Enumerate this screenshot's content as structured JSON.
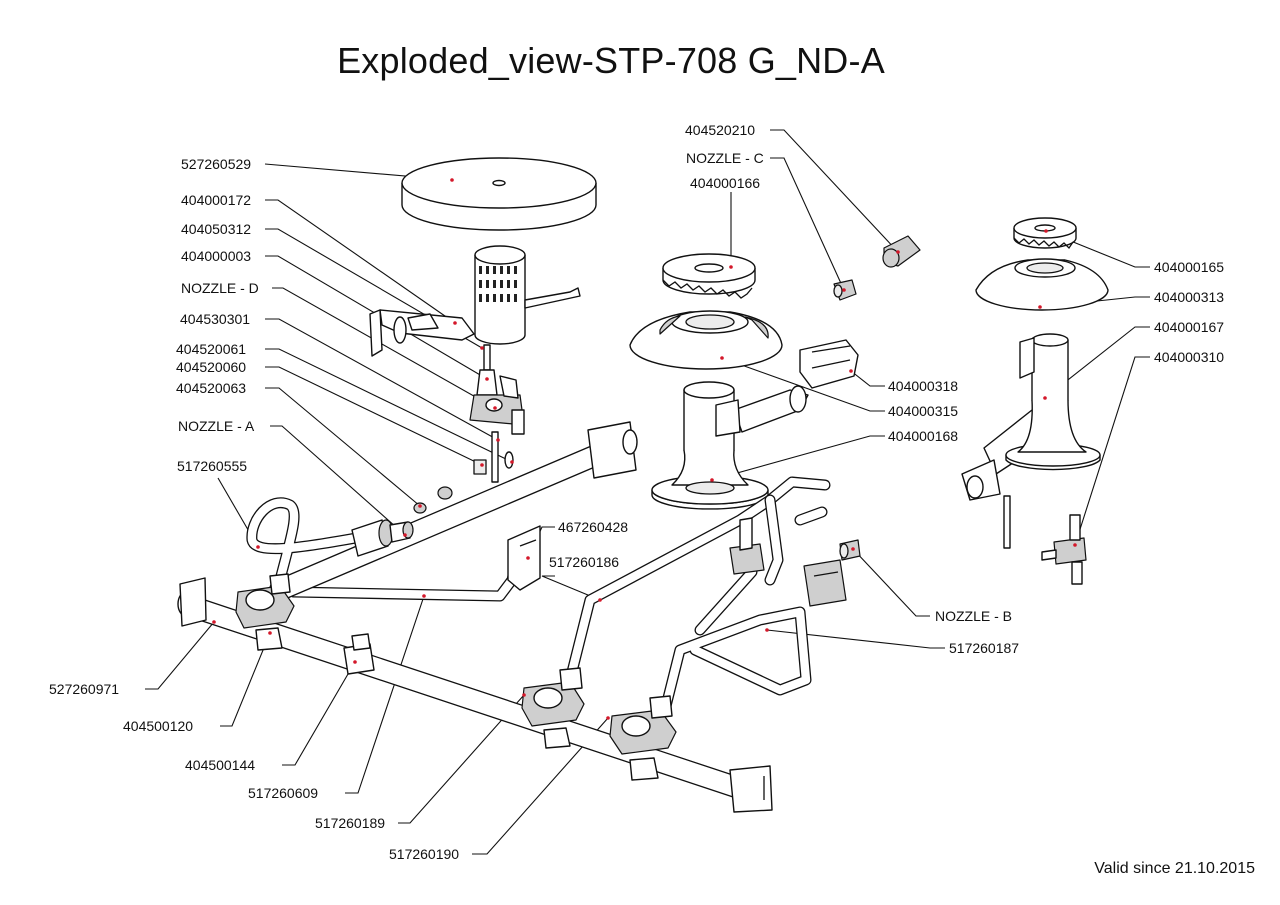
{
  "title": "Exploded_view-STP-708 G_ND-A",
  "footer": "Valid since 21.10.2015",
  "colors": {
    "line": "#111111",
    "marker": "#d4182a",
    "background": "#ffffff"
  },
  "labels": {
    "l_404520210": "404520210",
    "l_nozzle_c": "NOZZLE - C",
    "l_404000166": "404000166",
    "l_527260529": "527260529",
    "l_404000172": "404000172",
    "l_404050312": "404050312",
    "l_404000003": "404000003",
    "l_nozzle_d": "NOZZLE - D",
    "l_404530301": "404530301",
    "l_404520061": "404520061",
    "l_404520060": "404520060",
    "l_404520063": "404520063",
    "l_nozzle_a": "NOZZLE - A",
    "l_517260555": "517260555",
    "l_404000165": "404000165",
    "l_404000313": "404000313",
    "l_404000167": "404000167",
    "l_404000310": "404000310",
    "l_404000318": "404000318",
    "l_404000315": "404000315",
    "l_404000168": "404000168",
    "l_467260428": "467260428",
    "l_517260186": "517260186",
    "l_nozzle_b": "NOZZLE - B",
    "l_517260187": "517260187",
    "l_527260971": "527260971",
    "l_404500120": "404500120",
    "l_404500144": "404500144",
    "l_517260609": "517260609",
    "l_517260189": "517260189",
    "l_517260190": "517260190"
  }
}
